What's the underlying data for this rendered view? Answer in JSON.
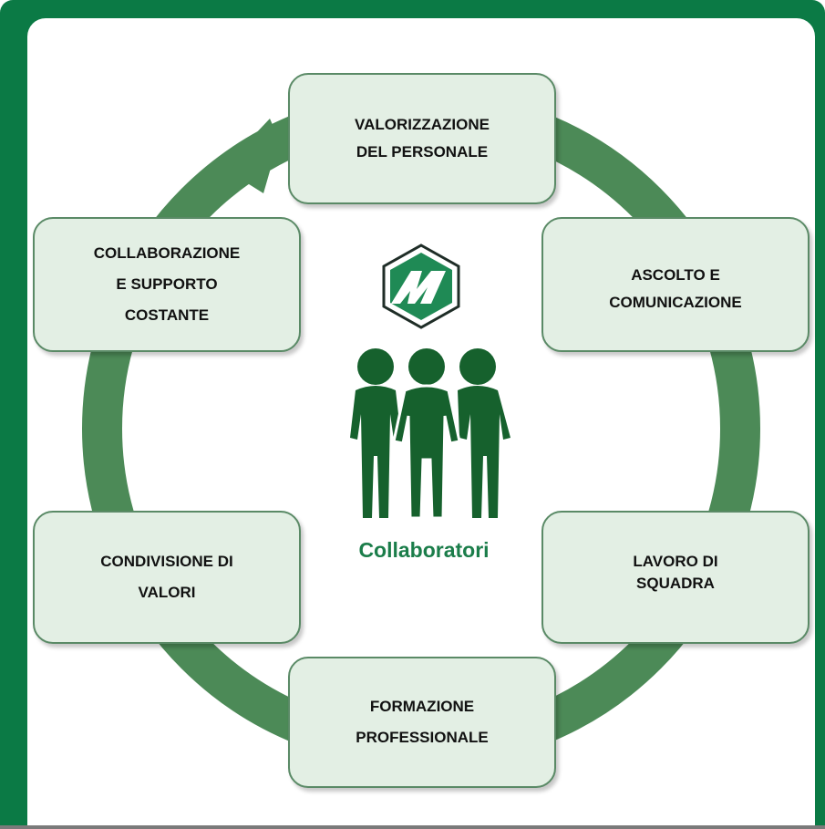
{
  "diagram": {
    "center": {
      "label": "Collaboratori",
      "logo_icon": "company-m-logo-icon",
      "people_icon": "people-group-icon"
    },
    "steps": [
      {
        "line1": "VALORIZZAZIONE",
        "line2": "DEL PERSONALE"
      },
      {
        "line1": "ASCOLTO E",
        "line2": "COMUNICAZIONE"
      },
      {
        "line1": "LAVORO DI",
        "line2": "SQUADRA"
      },
      {
        "line1": "FORMAZIONE",
        "line2": "PROFESSIONALE"
      },
      {
        "line1": "CONDIVISIONE DI",
        "line2": "VALORI"
      },
      {
        "line1": "COLLABORAZIONE",
        "line2": "E SUPPORTO",
        "line3": "COSTANTE"
      }
    ],
    "colors": {
      "frame": "#0b7a45",
      "ring": "#4c8a57",
      "box_fill": "#e3efe4",
      "box_border": "#5a8a66",
      "people": "#16612d",
      "label": "#1b7d4a"
    }
  }
}
